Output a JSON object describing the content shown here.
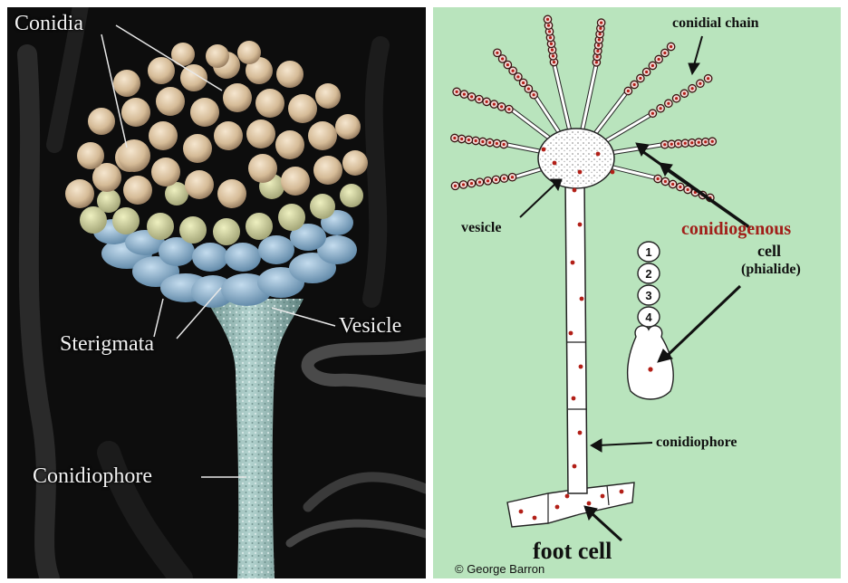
{
  "colors": {
    "sem_background": "#0d0d0d",
    "conidia": "#d8c2a0",
    "sterigmata": "#8fb6d3",
    "conidiophore_sem": "#9fc0bd",
    "diagram_background": "#b9e4bd",
    "red_dots": "#b21f17",
    "highlight_text": "#a1201a"
  },
  "sem_panel": {
    "labels": {
      "conidia": "Conidia",
      "sterigmata": "Sterigmata",
      "vesicle": "Vesicle",
      "conidiophore": "Conidiophore"
    }
  },
  "diagram_panel": {
    "labels": {
      "conidial_chain": "conidial chain",
      "vesicle": "vesicle",
      "conidiogenous": "conidiogenous",
      "cell": "cell",
      "phialide": "(phialide)",
      "conidiophore": "conidiophore",
      "foot_cell": "foot cell",
      "credit": "© George Barron"
    },
    "phialide_steps": [
      "1",
      "2",
      "3",
      "4"
    ]
  }
}
